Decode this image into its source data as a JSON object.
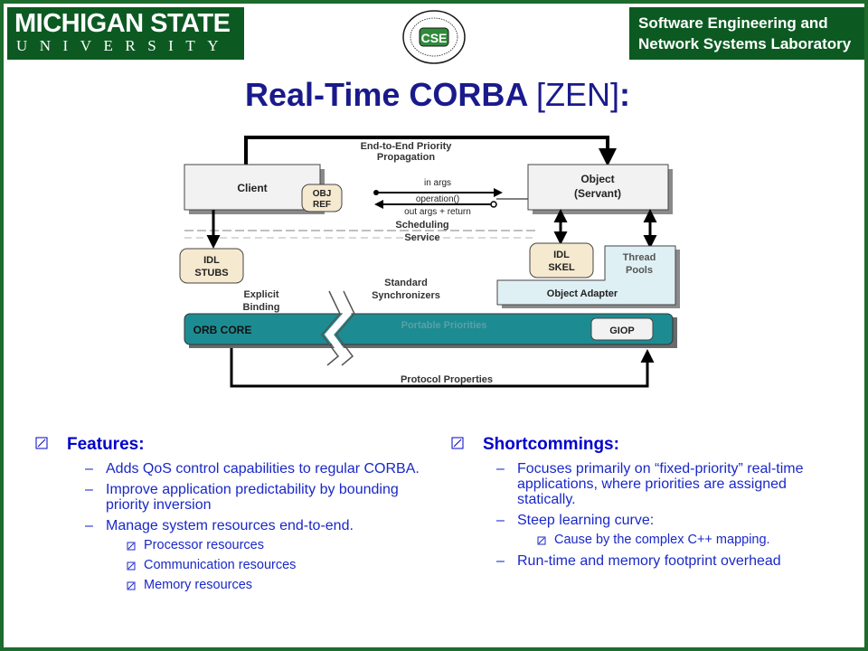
{
  "header": {
    "msu_line1": "MICHIGAN STATE",
    "msu_line2": "UNIVERSITY",
    "seal_text": "CSE",
    "lab_line1": "Software Engineering and",
    "lab_line2": "Network Systems Laboratory"
  },
  "title": {
    "bold": "Real-Time CORBA ",
    "thin": "[ZEN]",
    "colon": ":"
  },
  "diagram": {
    "end_to_end_line1": "End-to-End Priority",
    "end_to_end_line2": "Propagation",
    "client": "Client",
    "obj_ref_line1": "OBJ",
    "obj_ref_line2": "REF",
    "in_args": "in args",
    "operation": "operation()",
    "out_args": "out args + return",
    "scheduling_line1": "Scheduling",
    "scheduling_line2": "Service",
    "object_line1": "Object",
    "object_line2": "(Servant)",
    "idl_stubs_line1": "IDL",
    "idl_stubs_line2": "STUBS",
    "idl_skel_line1": "IDL",
    "idl_skel_line2": "SKEL",
    "thread_pools_line1": "Thread",
    "thread_pools_line2": "Pools",
    "standard_sync_line1": "Standard",
    "standard_sync_line2": "Synchronizers",
    "explicit_binding_line1": "Explicit",
    "explicit_binding_line2": "Binding",
    "object_adapter": "Object Adapter",
    "orb_core": "ORB CORE",
    "portable_priorities": "Portable Priorities",
    "giop": "GIOP",
    "protocol_properties": "Protocol Properties"
  },
  "features": {
    "heading": "Features:",
    "items": [
      "Adds QoS control capabilities to regular CORBA.",
      "Improve application predictability by bounding priority inversion",
      "Manage system resources end-to-end."
    ],
    "subitems": [
      "Processor resources",
      "Communication resources",
      "Memory resources"
    ]
  },
  "shortcomings": {
    "heading": "Shortcommings:",
    "item1": "Focuses primarily on “fixed-priority” real-time applications, where priorities are assigned statically.",
    "item2": "Steep learning curve:",
    "item2_sub": "Cause by the complex C++ mapping.",
    "item3": "Run-time and memory footprint overhead"
  },
  "colors": {
    "msu_green": "#0c5a22",
    "frame_green": "#1d6b2d",
    "title_blue": "#1a1a8c",
    "bullet_blue": "#0000cc",
    "box_tan": "#f5e9cf",
    "box_lightblue": "#dff0f4",
    "orb_teal": "#1d8c92"
  }
}
